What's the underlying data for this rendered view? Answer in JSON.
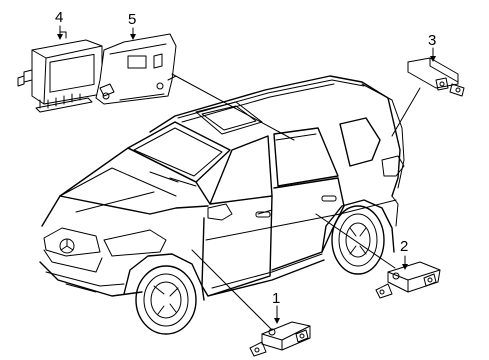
{
  "diagram": {
    "callouts": [
      {
        "id": "callout-1",
        "label": "1"
      },
      {
        "id": "callout-2",
        "label": "2"
      },
      {
        "id": "callout-3",
        "label": "3"
      },
      {
        "id": "callout-4",
        "label": "4"
      },
      {
        "id": "callout-5",
        "label": "5"
      }
    ],
    "vehicle_emblem": "mercedes-star-emblem"
  }
}
